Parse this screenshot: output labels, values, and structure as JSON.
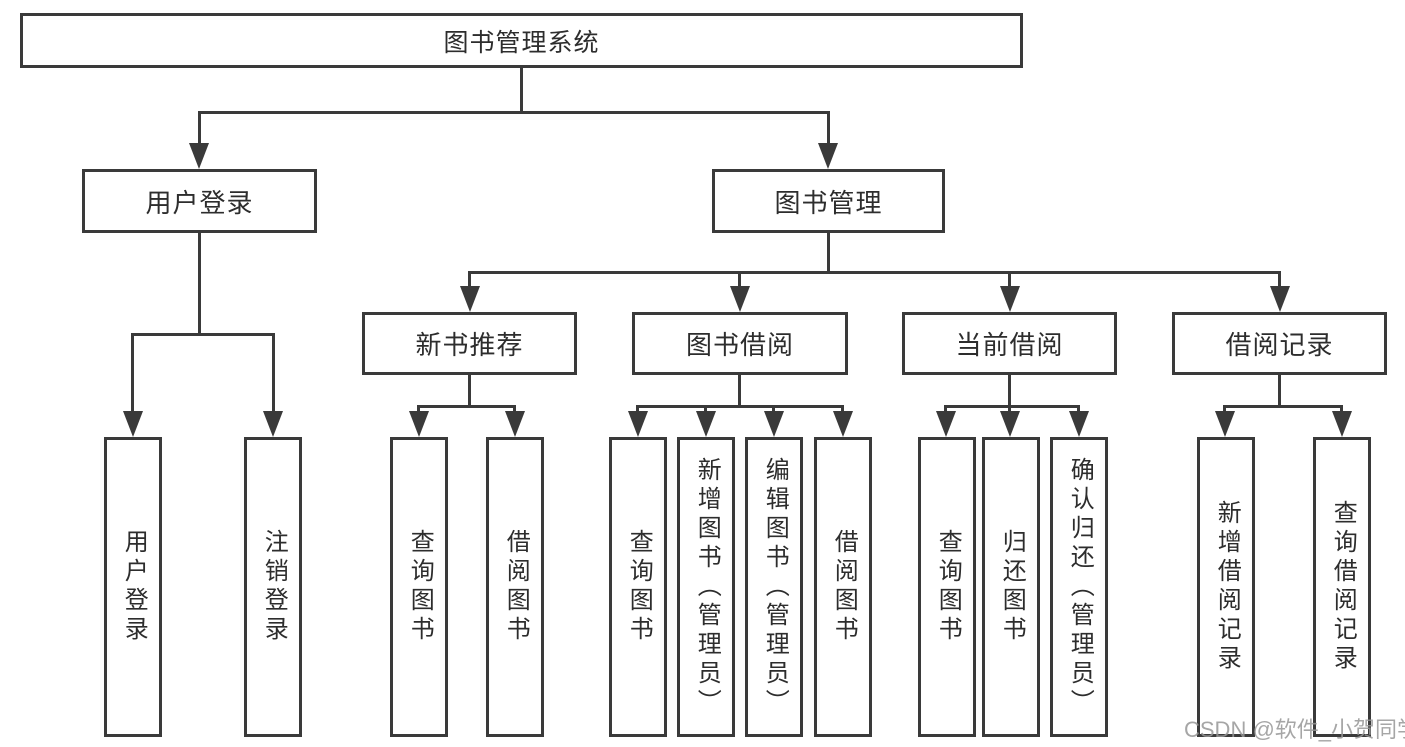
{
  "diagram": {
    "root": "图书管理系统",
    "level2": {
      "user_login": "用户登录",
      "book_mgmt": "图书管理"
    },
    "login_children": [
      "用户登录",
      "注销登录"
    ],
    "mgmt_children": [
      "新书推荐",
      "图书借阅",
      "当前借阅",
      "借阅记录"
    ],
    "recommend_children": [
      "查询图书",
      "借阅图书"
    ],
    "borrow_children": [
      "查询图书",
      "新增图书（管理员）",
      "编辑图书（管理员）",
      "借阅图书"
    ],
    "current_children": [
      "查询图书",
      "归还图书",
      "确认归还（管理员）"
    ],
    "records_children": [
      "新增借阅记录",
      "查询借阅记录"
    ]
  },
  "watermark": "CSDN @软件_小贺同学",
  "colors": {
    "line": "#3a3a3a",
    "box_border": "#3a3a3a",
    "text": "#2d2d2d",
    "watermark_text": "#969696",
    "background": "#ffffff"
  }
}
